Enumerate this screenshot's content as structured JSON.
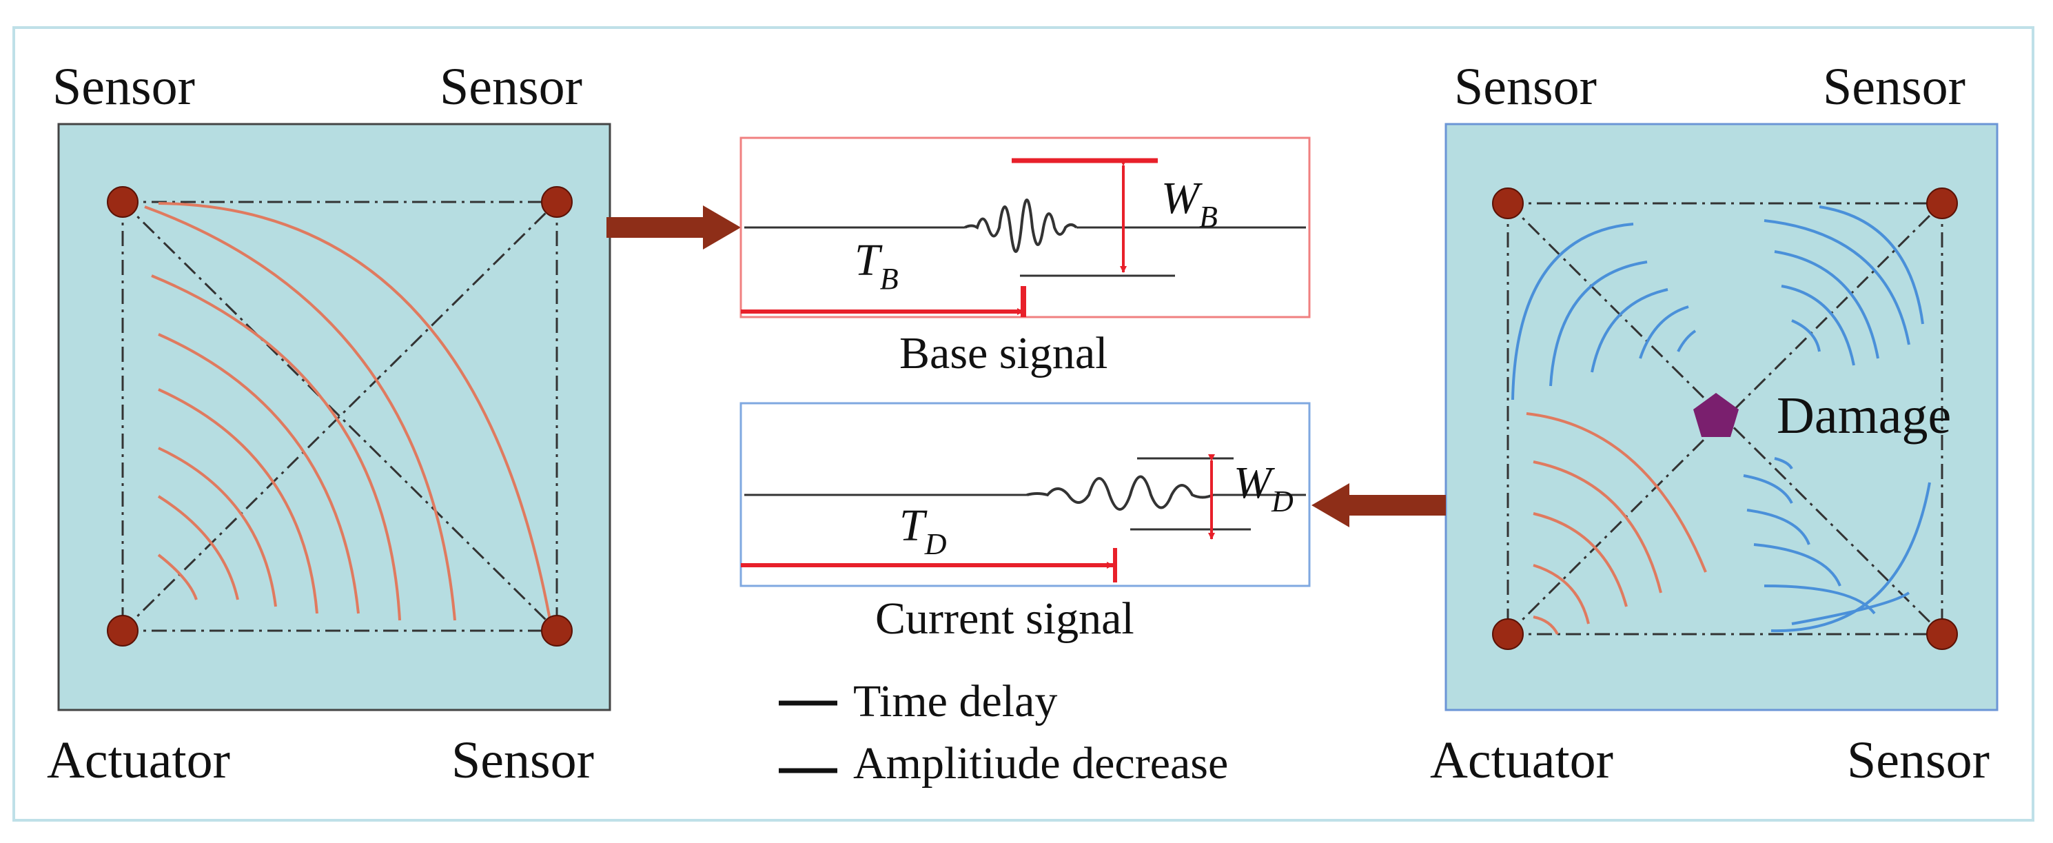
{
  "left_panel": {
    "top_left": "Sensor",
    "top_right": "Sensor",
    "bottom_left": "Actuator",
    "bottom_right": "Sensor"
  },
  "right_panel": {
    "top_left": "Sensor",
    "top_right": "Sensor",
    "bottom_left": "Actuator",
    "bottom_right": "Sensor",
    "damage": "Damage"
  },
  "base": {
    "caption": "Base signal",
    "time_symbol": "T",
    "time_sub": "B",
    "amp_symbol": "W",
    "amp_sub": "B"
  },
  "current": {
    "caption": "Current signal",
    "time_symbol": "T",
    "time_sub": "D",
    "amp_symbol": "W",
    "amp_sub": "D"
  },
  "legend": {
    "item1": "Time delay",
    "item2": "Amplitiude decrease"
  },
  "colors": {
    "plate": "#b6dde1",
    "node": "#9b2a14",
    "arrow": "#8e2e18",
    "orange_wave": "#e07a5f",
    "blue_wave": "#4a90d9",
    "damage": "#7a1f6e",
    "red": "#e8202a",
    "base_box": "#f08080",
    "current_box": "#7fa8e0"
  }
}
